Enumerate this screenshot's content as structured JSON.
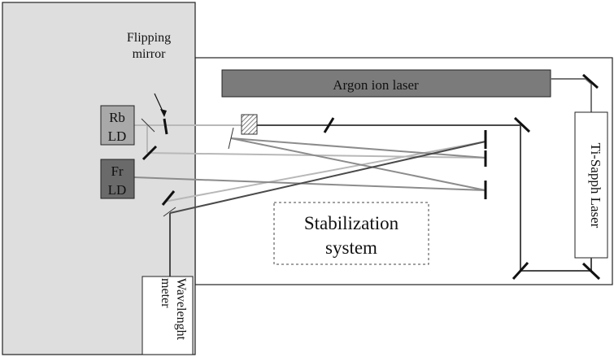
{
  "labels": {
    "flipping_mirror_line1": "Flipping",
    "flipping_mirror_line2": "mirror",
    "rb_ld_line1": "Rb",
    "rb_ld_line2": "LD",
    "fr_ld_line1": "Fr",
    "fr_ld_line2": "LD",
    "argon_laser": "Argon ion laser",
    "ti_sapph_laser": "Ti-Sapph Laser",
    "stabilization_line1": "Stabilization",
    "stabilization_line2": "system",
    "wavemeter_line1": "Wavelenght",
    "wavemeter_line2": "meter"
  },
  "colors": {
    "table_fill": "#dedede",
    "rb_fill": "#a9a9a9",
    "fr_fill": "#6a6a6a",
    "argon_fill": "#7b7b7b",
    "beam_light": "#b8b8b8",
    "beam_mid": "#8c8c8c",
    "beam_dark": "#4a4a4a",
    "mirror": "#111111"
  }
}
